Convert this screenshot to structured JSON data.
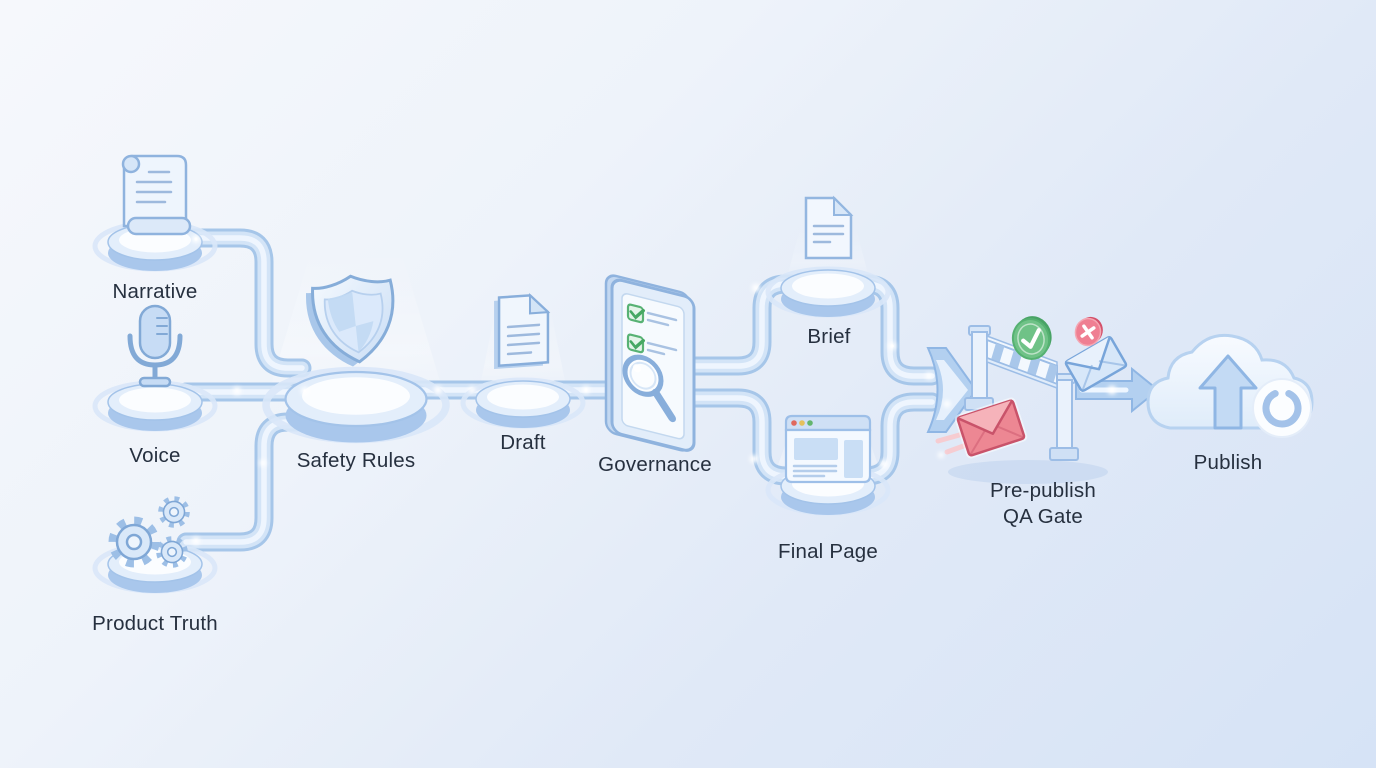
{
  "diagram": {
    "type": "pipeline-flow",
    "nodes": [
      {
        "id": "narrative",
        "label": "Narrative",
        "icon": "scroll-icon"
      },
      {
        "id": "voice",
        "label": "Voice",
        "icon": "microphone-icon"
      },
      {
        "id": "product-truth",
        "label": "Product Truth",
        "icon": "gears-icon"
      },
      {
        "id": "safety-rules",
        "label": "Safety Rules",
        "icon": "shield-icon"
      },
      {
        "id": "draft",
        "label": "Draft",
        "icon": "document-icon"
      },
      {
        "id": "governance",
        "label": "Governance",
        "icon": "checklist-magnifier-icon"
      },
      {
        "id": "brief",
        "label": "Brief",
        "icon": "brief-document-icon"
      },
      {
        "id": "final-page",
        "label": "Final Page",
        "icon": "browser-window-icon"
      },
      {
        "id": "qa-gate",
        "label": "Pre-publish QA Gate",
        "label_line1": "Pre-publish",
        "label_line2": "QA Gate",
        "icon": "gate-barrier-icon",
        "badges": [
          "approved-check",
          "rejected-x"
        ],
        "items": [
          "approved-envelope-passing",
          "rejected-envelope-bounced"
        ]
      },
      {
        "id": "publish",
        "label": "Publish",
        "icon": "cloud-upload-icon"
      }
    ],
    "edges": [
      {
        "from": "narrative",
        "to": "safety-rules"
      },
      {
        "from": "voice",
        "to": "safety-rules"
      },
      {
        "from": "product-truth",
        "to": "safety-rules"
      },
      {
        "from": "safety-rules",
        "to": "draft"
      },
      {
        "from": "draft",
        "to": "governance"
      },
      {
        "from": "governance",
        "to": "brief"
      },
      {
        "from": "governance",
        "to": "final-page"
      },
      {
        "from": "brief",
        "to": "qa-gate"
      },
      {
        "from": "final-page",
        "to": "qa-gate"
      },
      {
        "from": "qa-gate",
        "to": "publish"
      }
    ],
    "colors": {
      "background_from": "#f6f8fc",
      "background_to": "#d6e3f6",
      "pipe_outer": "#a6c6e9",
      "pipe_inner": "#d3e4f7",
      "pipe_core": "#eff6fe",
      "outline_blue": "#8fb3de",
      "icon_fill": "#dce9f9",
      "text": "#26303f",
      "approved_green": "#5eb97c",
      "rejected_red": "#ea6277",
      "browser_dots": [
        "#e0695e",
        "#e5c05b",
        "#63b56e"
      ]
    }
  }
}
